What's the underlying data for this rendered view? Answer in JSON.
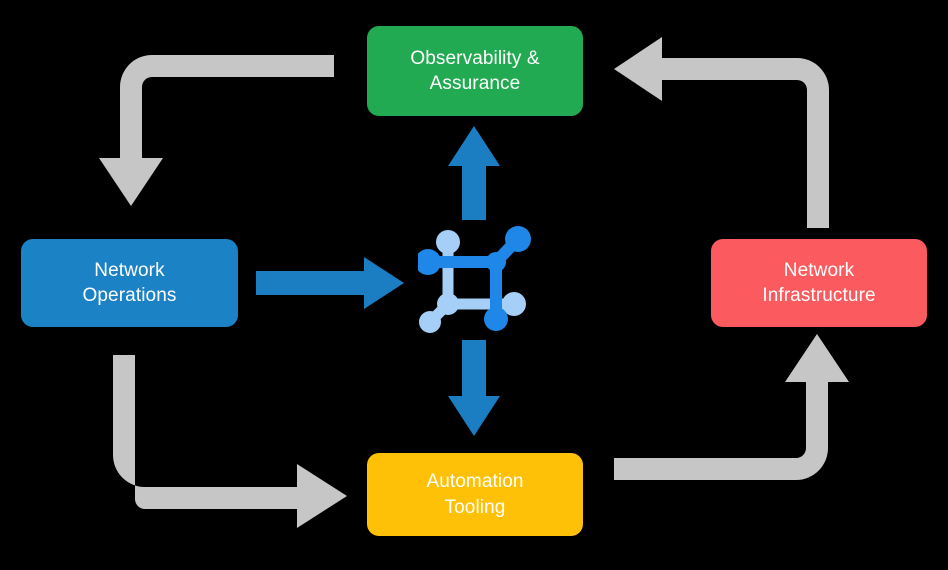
{
  "diagram": {
    "type": "cycle-diagram",
    "background_color": "#000000",
    "nodes": [
      {
        "id": "observability",
        "label": "Observability &\nAssurance",
        "color": "#22aa52",
        "text_color": "#ffffff",
        "position": "top"
      },
      {
        "id": "network-operations",
        "label": "Network\nOperations",
        "color": "#1b82c6",
        "text_color": "#ffffff",
        "position": "left"
      },
      {
        "id": "network-infrastructure",
        "label": "Network\nInfrastructure",
        "color": "#fb5a5f",
        "text_color": "#ffffff",
        "position": "right"
      },
      {
        "id": "automation-tooling",
        "label": "Automation\nTooling",
        "color": "#ffc107",
        "text_color": "#ffffff",
        "position": "bottom"
      }
    ],
    "center": {
      "icon": "network-topology-icon",
      "color_primary": "#1e87e8",
      "color_secondary": "#a5cff7"
    },
    "cycle_arrows": [
      {
        "id": "observability-to-network-operations",
        "from": "observability",
        "to": "network-operations",
        "color": "#c6c6c6",
        "shape": "elbow-down"
      },
      {
        "id": "network-operations-to-automation-tooling",
        "from": "network-operations",
        "to": "automation-tooling",
        "color": "#c6c6c6",
        "shape": "elbow-right"
      },
      {
        "id": "automation-tooling-to-network-infrastructure",
        "from": "automation-tooling",
        "to": "network-infrastructure",
        "color": "#c6c6c6",
        "shape": "elbow-up"
      },
      {
        "id": "network-infrastructure-to-observability",
        "from": "network-infrastructure",
        "to": "observability",
        "color": "#c6c6c6",
        "shape": "elbow-left"
      }
    ],
    "center_arrows": [
      {
        "id": "center-to-observability",
        "from": "center",
        "to": "observability",
        "color": "#1b7ec2",
        "direction": "up"
      },
      {
        "id": "network-operations-to-center",
        "from": "network-operations",
        "to": "center",
        "color": "#1b7ec2",
        "direction": "right"
      },
      {
        "id": "center-to-automation-tooling",
        "from": "center",
        "to": "automation-tooling",
        "color": "#1b7ec2",
        "direction": "down"
      }
    ]
  }
}
